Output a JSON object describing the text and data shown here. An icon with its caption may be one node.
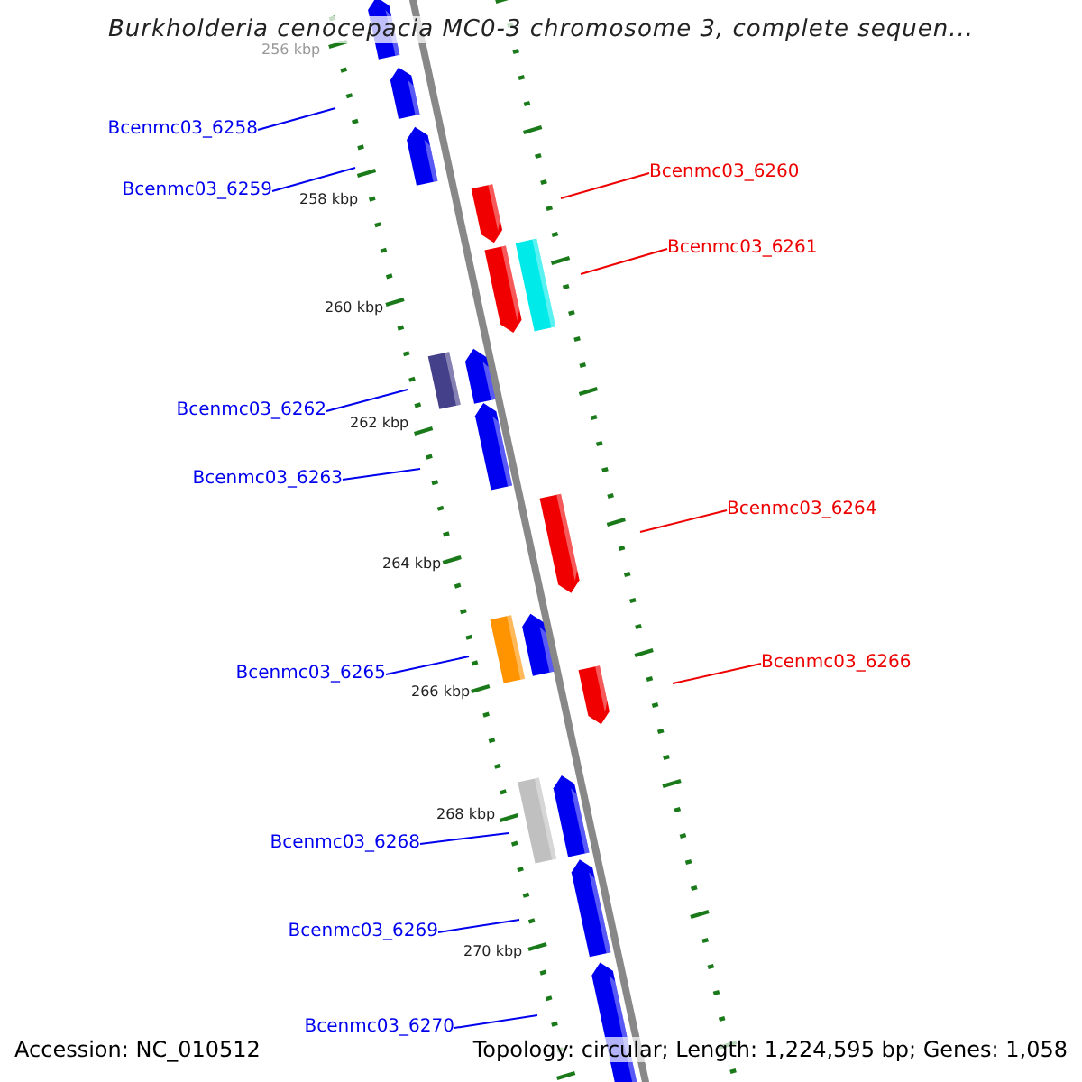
{
  "diagram": {
    "title": "Burkholderia cenocepacia MC0-3 chromosome 3, complete sequen...",
    "nodes": [
      {
        "text": [
          "Bcenmc03_6258"
        ]
      },
      {
        "text": [
          "Bcenmc03_6259"
        ]
      },
      {
        "text": [
          "Bcenmc03_6260"
        ]
      },
      {
        "text": [
          "Bcenmc03_6261"
        ]
      },
      {
        "text": [
          "Bcenmc03_6262"
        ]
      },
      {
        "text": [
          "Bcenmc03_6263"
        ]
      },
      {
        "text": [
          "Bcenmc03_6264"
        ]
      },
      {
        "text": [
          "Bcenmc03_6265"
        ]
      },
      {
        "text": [
          "Bcenmc03_6266"
        ]
      },
      {
        "text": [
          "Bcenmc03_6268"
        ]
      },
      {
        "text": [
          "Bcenmc03_6269"
        ]
      },
      {
        "text": [
          "Bcenmc03_6270"
        ]
      }
    ],
    "edges": [
      {
        "from": 0,
        "to": null,
        "arrow": "none"
      },
      {
        "from": 1,
        "to": null,
        "arrow": "none"
      },
      {
        "from": 2,
        "to": null,
        "arrow": "none",
        "color": "#ee0000"
      },
      {
        "from": 3,
        "to": null,
        "arrow": "none",
        "color": "#ee0000"
      },
      {
        "from": 4,
        "to": null,
        "arrow": "none"
      },
      {
        "from": 5,
        "to": null,
        "arrow": "none"
      },
      {
        "from": 6,
        "to": null,
        "arrow": "none",
        "color": "#ee0000"
      },
      {
        "from": 7,
        "to": null,
        "arrow": "none"
      },
      {
        "from": 8,
        "to": null,
        "arrow": "none",
        "color": "#ee0000"
      },
      {
        "from": 9,
        "to": null,
        "arrow": "none"
      },
      {
        "from": 10,
        "to": null,
        "arrow": "none"
      },
      {
        "from": 11,
        "to": null,
        "arrow": "none"
      }
    ],
    "labels": [
      "256 kbp",
      "258 kbp",
      "260 kbp",
      "262 kbp",
      "264 kbp",
      "266 kbp",
      "268 kbp",
      "270 kbp",
      "Accession: NC_010512",
      "Topology: circular; Length: 1,224,595 bp; Genes: 1,058"
    ]
  }
}
